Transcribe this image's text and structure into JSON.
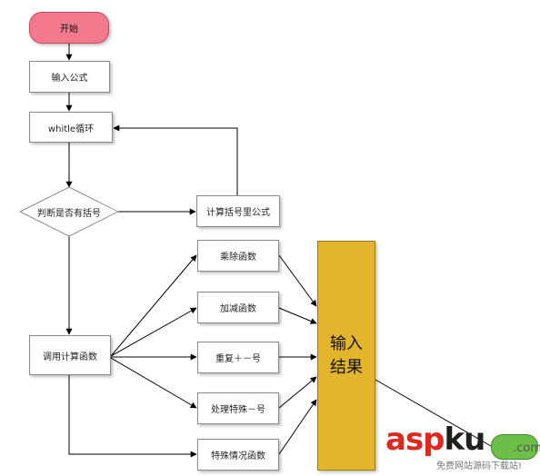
{
  "nodes": {
    "start": "开始",
    "input_formula": "输入公式",
    "while_loop": "whitle循环",
    "check_bracket": "判断是否有括号",
    "calc_bracket": "计算括号里公式",
    "call_calc": "调用计算函数",
    "mul_div": "乘除函数",
    "add_sub": "加减函数",
    "repeat_sign": "重复＋－号",
    "special_minus": "处理特殊－号",
    "special_case": "特殊情况函数",
    "output_result": "输入结果"
  },
  "watermark": {
    "asp": "asp",
    "ku": "ku",
    "com": ".com",
    "subtitle": "免费网站源码下载站!"
  },
  "colors": {
    "start_fill": "#f27a8c",
    "result_fill": "#e2b52c",
    "end_fill": "#6cc04a",
    "watermark_red": "#e0281e"
  }
}
